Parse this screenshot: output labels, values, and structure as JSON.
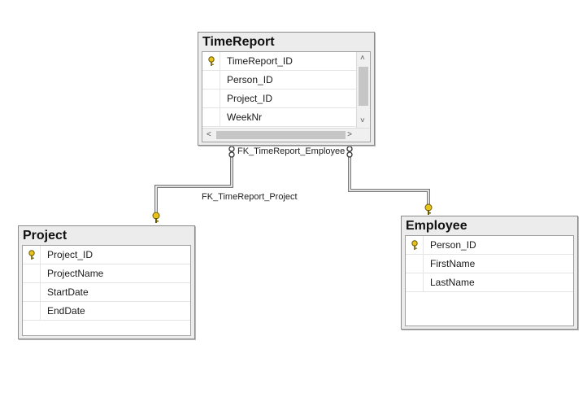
{
  "tables": {
    "timereport": {
      "name": "TimeReport",
      "columns": [
        {
          "name": "TimeReport_ID",
          "key": true
        },
        {
          "name": "Person_ID",
          "key": false
        },
        {
          "name": "Project_ID",
          "key": false
        },
        {
          "name": "WeekNr",
          "key": false
        }
      ]
    },
    "project": {
      "name": "Project",
      "columns": [
        {
          "name": "Project_ID",
          "key": true
        },
        {
          "name": "ProjectName",
          "key": false
        },
        {
          "name": "StartDate",
          "key": false
        },
        {
          "name": "EndDate",
          "key": false
        }
      ]
    },
    "employee": {
      "name": "Employee",
      "columns": [
        {
          "name": "Person_ID",
          "key": true
        },
        {
          "name": "FirstName",
          "key": false
        },
        {
          "name": "LastName",
          "key": false
        }
      ]
    }
  },
  "relationships": {
    "employee": {
      "name": "FK_TimeReport_Employee"
    },
    "project": {
      "name": "FK_TimeReport_Project"
    }
  },
  "colors": {
    "key": "#e8c21a",
    "connector": "#7a7a7a"
  }
}
